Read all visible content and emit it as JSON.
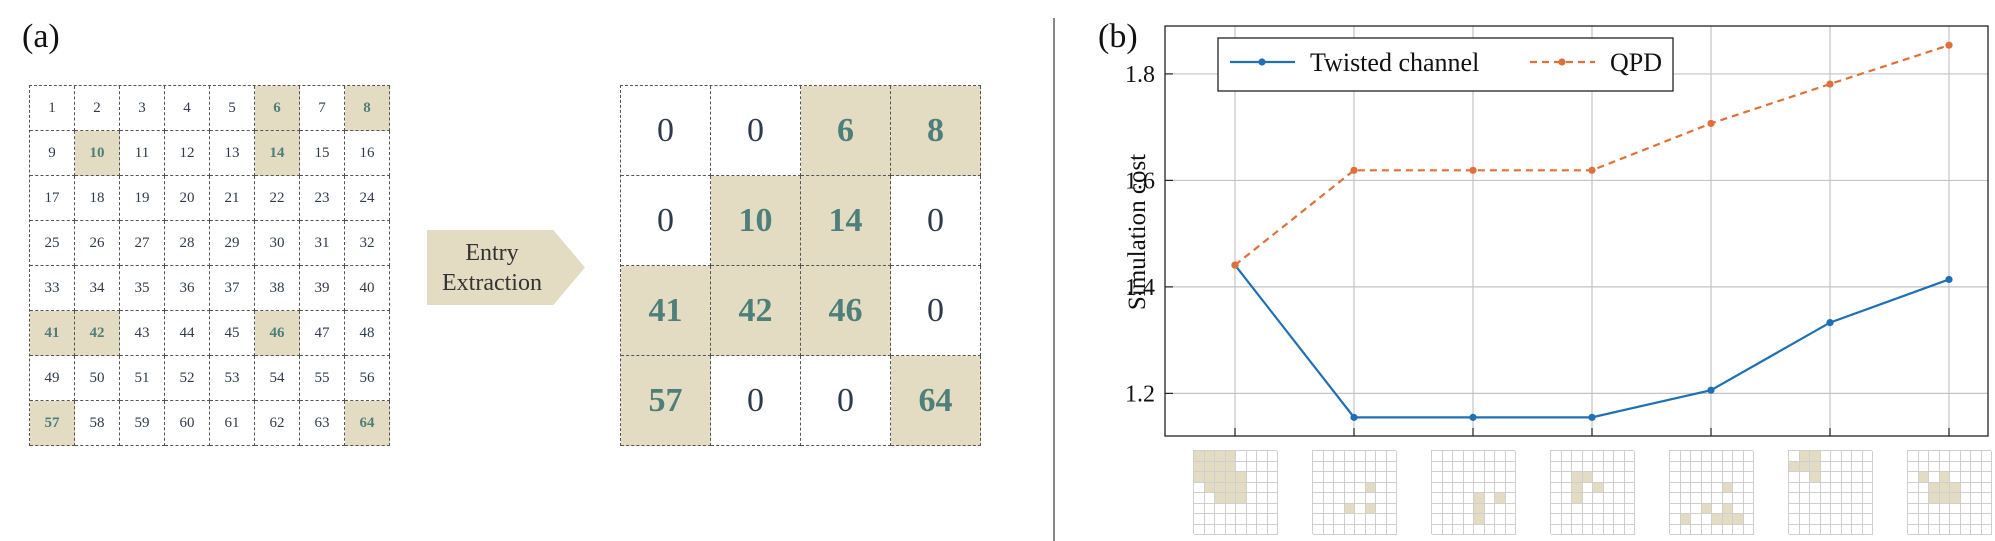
{
  "panel_a": {
    "label": "(a)",
    "grid_numbers": [
      1,
      2,
      3,
      4,
      5,
      6,
      7,
      8,
      9,
      10,
      11,
      12,
      13,
      14,
      15,
      16,
      17,
      18,
      19,
      20,
      21,
      22,
      23,
      24,
      25,
      26,
      27,
      28,
      29,
      30,
      31,
      32,
      33,
      34,
      35,
      36,
      37,
      38,
      39,
      40,
      41,
      42,
      43,
      44,
      45,
      46,
      47,
      48,
      49,
      50,
      51,
      52,
      53,
      54,
      55,
      56,
      57,
      58,
      59,
      60,
      61,
      62,
      63,
      64
    ],
    "highlighted": [
      6,
      8,
      10,
      14,
      41,
      42,
      46,
      57,
      64
    ],
    "arrow_text": "Entry\nExtraction",
    "extracted_matrix": [
      [
        0,
        0,
        6,
        8
      ],
      [
        0,
        10,
        14,
        0
      ],
      [
        41,
        42,
        46,
        0
      ],
      [
        57,
        0,
        0,
        64
      ]
    ]
  },
  "panel_b": {
    "label": "(b)"
  },
  "chart_data": {
    "type": "line",
    "x": [
      1,
      2,
      3,
      4,
      5,
      6,
      7
    ],
    "ylabel": "Simulation cost",
    "ylim": [
      1.12,
      1.89
    ],
    "yticks": [
      1.2,
      1.4,
      1.6,
      1.8
    ],
    "grid": true,
    "legend_position": "top-left",
    "series": [
      {
        "name": "Twisted channel",
        "color": "#1f6fb5",
        "style": "solid",
        "values": [
          1.441,
          1.155,
          1.155,
          1.155,
          1.206,
          1.333,
          1.414
        ]
      },
      {
        "name": "QPD",
        "color": "#e0703a",
        "style": "dashed",
        "values": [
          1.441,
          1.619,
          1.619,
          1.619,
          1.707,
          1.781,
          1.854
        ]
      }
    ],
    "x_tick_patterns": [
      [
        [
          0,
          0
        ],
        [
          0,
          1
        ],
        [
          0,
          2
        ],
        [
          0,
          3
        ],
        [
          1,
          0
        ],
        [
          1,
          1
        ],
        [
          1,
          2
        ],
        [
          1,
          3
        ],
        [
          2,
          0
        ],
        [
          2,
          1
        ],
        [
          2,
          2
        ],
        [
          2,
          3
        ],
        [
          2,
          4
        ],
        [
          3,
          1
        ],
        [
          3,
          2
        ],
        [
          3,
          3
        ],
        [
          3,
          4
        ],
        [
          4,
          2
        ],
        [
          4,
          3
        ],
        [
          4,
          4
        ]
      ],
      [
        [
          3,
          5
        ],
        [
          5,
          3
        ],
        [
          5,
          5
        ]
      ],
      [
        [
          4,
          4
        ],
        [
          4,
          6
        ],
        [
          5,
          4
        ],
        [
          6,
          4
        ]
      ],
      [
        [
          2,
          2
        ],
        [
          2,
          3
        ],
        [
          3,
          2
        ],
        [
          3,
          4
        ],
        [
          4,
          2
        ]
      ],
      [
        [
          3,
          5
        ],
        [
          5,
          3
        ],
        [
          5,
          5
        ],
        [
          6,
          1
        ],
        [
          6,
          4
        ],
        [
          6,
          5
        ],
        [
          6,
          6
        ]
      ],
      [
        [
          0,
          1
        ],
        [
          0,
          2
        ],
        [
          1,
          0
        ],
        [
          1,
          1
        ],
        [
          1,
          2
        ],
        [
          2,
          2
        ]
      ],
      [
        [
          2,
          1
        ],
        [
          2,
          3
        ],
        [
          3,
          2
        ],
        [
          3,
          3
        ],
        [
          3,
          4
        ],
        [
          4,
          2
        ],
        [
          4,
          3
        ],
        [
          4,
          4
        ]
      ]
    ]
  }
}
